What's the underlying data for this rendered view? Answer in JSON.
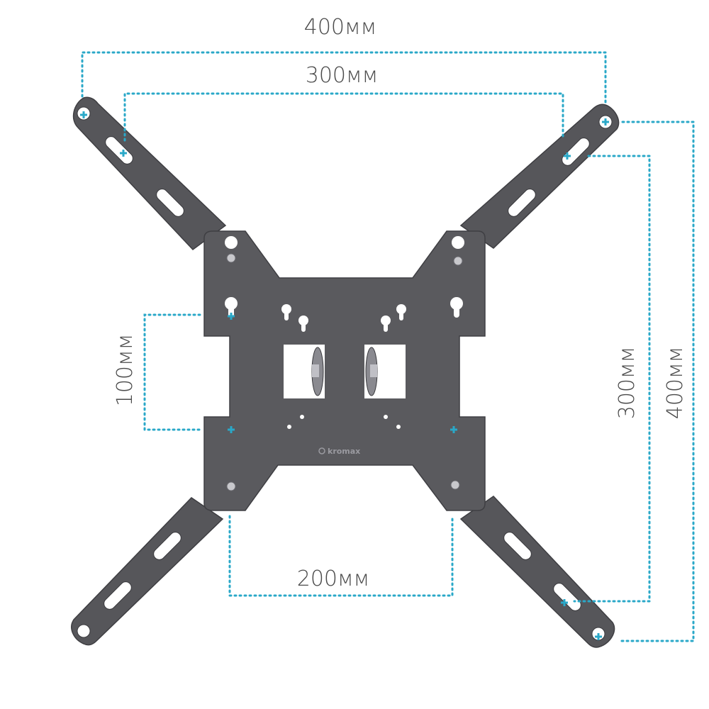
{
  "colors": {
    "dimension": "#2aa8c8",
    "text": "#4a4a4a",
    "metal": "#58585c",
    "bolt": "#c8c8cc",
    "logo": "#9a9aa0"
  },
  "dimensions": {
    "top_outer": "400мм",
    "top_inner": "300мм",
    "left_vertical": "100мм",
    "bottom": "200мм",
    "right_inner": "300мм",
    "right_outer": "400мм"
  },
  "product": {
    "brand": "kromax"
  },
  "icons": {
    "mount_point": "plus-marker-icon"
  }
}
